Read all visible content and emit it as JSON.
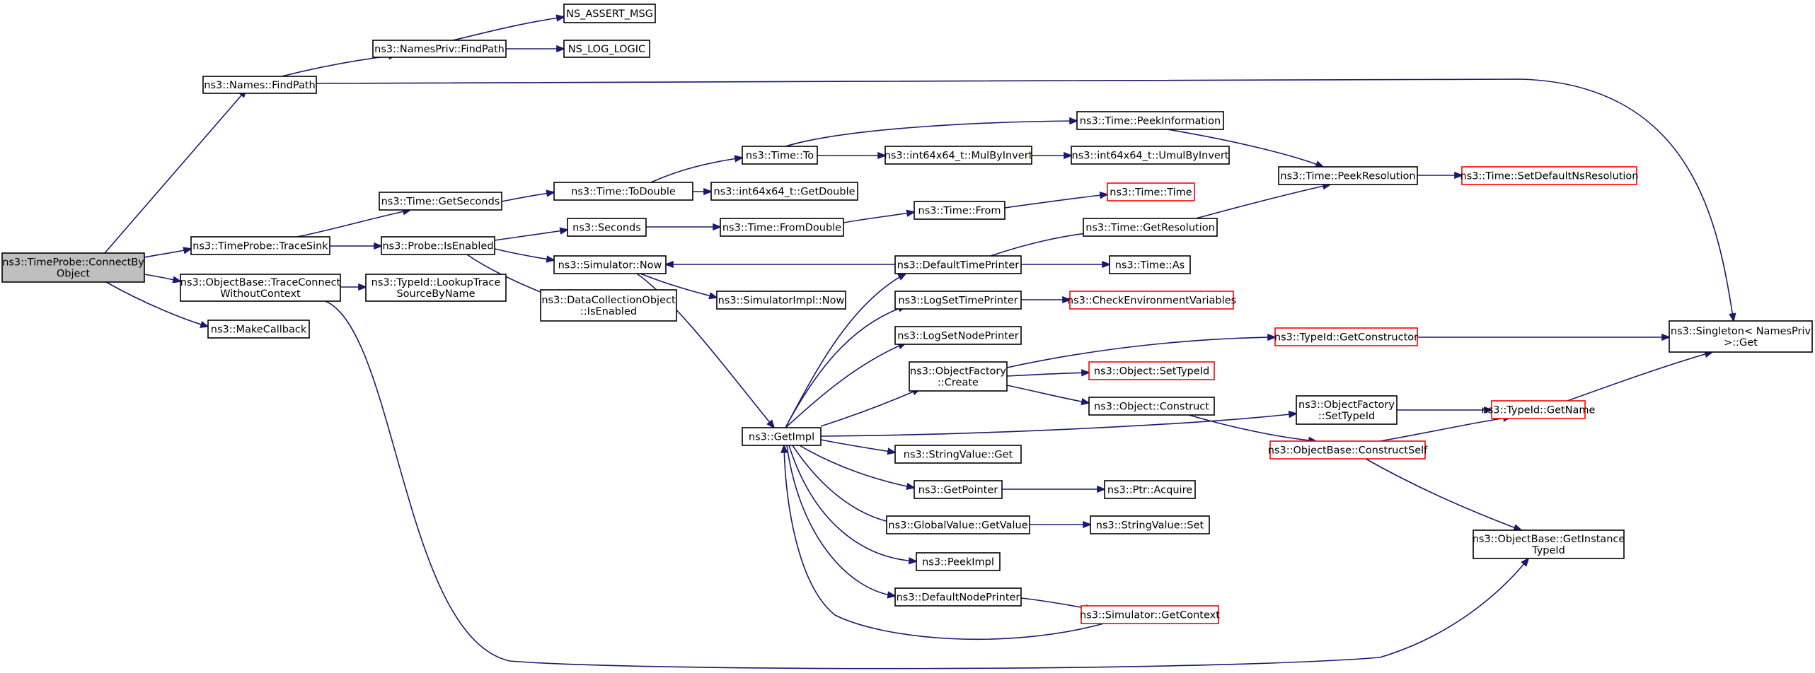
{
  "graph": {
    "colors": {
      "edge": "#191970",
      "node_border": "#000000",
      "truncated_border": "#ff0000",
      "root_fill": "#bfbfbf",
      "node_fill": "#ffffff"
    },
    "nodes": [
      {
        "id": "root",
        "lines": [
          "ns3::TimeProbe::ConnectBy",
          "Object"
        ],
        "root": true
      },
      {
        "id": "names_findpath",
        "lines": [
          "ns3::Names::FindPath"
        ]
      },
      {
        "id": "namespriv_findpath",
        "lines": [
          "ns3::NamesPriv::FindPath"
        ]
      },
      {
        "id": "ns_assert_msg",
        "lines": [
          "NS_ASSERT_MSG"
        ]
      },
      {
        "id": "ns_log_logic",
        "lines": [
          "NS_LOG_LOGIC"
        ]
      },
      {
        "id": "tp_tracesink",
        "lines": [
          "ns3::TimeProbe::TraceSink"
        ]
      },
      {
        "id": "time_getseconds",
        "lines": [
          "ns3::Time::GetSeconds"
        ]
      },
      {
        "id": "time_todouble",
        "lines": [
          "ns3::Time::ToDouble"
        ]
      },
      {
        "id": "time_to",
        "lines": [
          "ns3::Time::To"
        ]
      },
      {
        "id": "time_peekinformation",
        "lines": [
          "ns3::Time::PeekInformation"
        ]
      },
      {
        "id": "int64_mulbyinvert",
        "lines": [
          "ns3::int64x64_t::MulByInvert"
        ]
      },
      {
        "id": "int64_umulbyinvert",
        "lines": [
          "ns3::int64x64_t::UmulByInvert"
        ]
      },
      {
        "id": "int64_getdouble",
        "lines": [
          "ns3::int64x64_t::GetDouble"
        ]
      },
      {
        "id": "time_peekresolution",
        "lines": [
          "ns3::Time::PeekResolution"
        ]
      },
      {
        "id": "time_setdefaultnsres",
        "lines": [
          "ns3::Time::SetDefaultNsResolution"
        ],
        "truncated": true
      },
      {
        "id": "probe_isenabled",
        "lines": [
          "ns3::Probe::IsEnabled"
        ]
      },
      {
        "id": "seconds",
        "lines": [
          "ns3::Seconds"
        ]
      },
      {
        "id": "time_fromdouble",
        "lines": [
          "ns3::Time::FromDouble"
        ]
      },
      {
        "id": "time_from",
        "lines": [
          "ns3::Time::From"
        ]
      },
      {
        "id": "time_time",
        "lines": [
          "ns3::Time::Time"
        ],
        "truncated": true
      },
      {
        "id": "time_getresolution",
        "lines": [
          "ns3::Time::GetResolution"
        ]
      },
      {
        "id": "simulator_now",
        "lines": [
          "ns3::Simulator::Now"
        ]
      },
      {
        "id": "defaulttimeprinter",
        "lines": [
          "ns3::DefaultTimePrinter"
        ]
      },
      {
        "id": "time_as",
        "lines": [
          "ns3::Time::As"
        ]
      },
      {
        "id": "datacollection_isenabled",
        "lines": [
          "ns3::DataCollectionObject",
          "::IsEnabled"
        ]
      },
      {
        "id": "simulatorimpl_now",
        "lines": [
          "ns3::SimulatorImpl::Now"
        ]
      },
      {
        "id": "objectbase_traceconnect",
        "lines": [
          "ns3::ObjectBase::TraceConnect",
          "WithoutContext"
        ]
      },
      {
        "id": "typeid_lookuptrace",
        "lines": [
          "ns3::TypeId::LookupTrace",
          "SourceByName"
        ]
      },
      {
        "id": "makecallback",
        "lines": [
          "ns3::MakeCallback"
        ]
      },
      {
        "id": "logsettimeprinter",
        "lines": [
          "ns3::LogSetTimePrinter"
        ]
      },
      {
        "id": "checkenvvars",
        "lines": [
          "ns3::CheckEnvironmentVariables"
        ],
        "truncated": true
      },
      {
        "id": "logsetnodeprinter",
        "lines": [
          "ns3::LogSetNodePrinter"
        ]
      },
      {
        "id": "typeid_getconstructor",
        "lines": [
          "ns3::TypeId::GetConstructor"
        ],
        "truncated": true
      },
      {
        "id": "singleton_get",
        "lines": [
          "ns3::Singleton< NamesPriv",
          ">::Get"
        ]
      },
      {
        "id": "objectfactory_create",
        "lines": [
          "ns3::ObjectFactory",
          "::Create"
        ]
      },
      {
        "id": "object_settypeid",
        "lines": [
          "ns3::Object::SetTypeId"
        ],
        "truncated": true
      },
      {
        "id": "object_construct",
        "lines": [
          "ns3::Object::Construct"
        ]
      },
      {
        "id": "getimpl",
        "lines": [
          "ns3::GetImpl"
        ]
      },
      {
        "id": "objectfactory_settypeid",
        "lines": [
          "ns3::ObjectFactory",
          "::SetTypeId"
        ]
      },
      {
        "id": "typeid_getname",
        "lines": [
          "ns3::TypeId::GetName"
        ],
        "truncated": true
      },
      {
        "id": "objectbase_constructself",
        "lines": [
          "ns3::ObjectBase::ConstructSelf"
        ],
        "truncated": true
      },
      {
        "id": "stringvalue_get",
        "lines": [
          "ns3::StringValue::Get"
        ]
      },
      {
        "id": "getpointer",
        "lines": [
          "ns3::GetPointer"
        ]
      },
      {
        "id": "ptr_acquire",
        "lines": [
          "ns3::Ptr::Acquire"
        ]
      },
      {
        "id": "globalvalue_getvalue",
        "lines": [
          "ns3::GlobalValue::GetValue"
        ]
      },
      {
        "id": "stringvalue_set",
        "lines": [
          "ns3::StringValue::Set"
        ]
      },
      {
        "id": "objectbase_getinstancetypeid",
        "lines": [
          "ns3::ObjectBase::GetInstance",
          "TypeId"
        ]
      },
      {
        "id": "peekimpl",
        "lines": [
          "ns3::PeekImpl"
        ]
      },
      {
        "id": "defaultnodeprinter",
        "lines": [
          "ns3::DefaultNodePrinter"
        ]
      },
      {
        "id": "simulator_getcontext",
        "lines": [
          "ns3::Simulator::GetContext"
        ],
        "truncated": true
      }
    ],
    "edges": [
      [
        "root",
        "names_findpath"
      ],
      [
        "root",
        "tp_tracesink"
      ],
      [
        "root",
        "objectbase_traceconnect"
      ],
      [
        "root",
        "makecallback"
      ],
      [
        "names_findpath",
        "namespriv_findpath"
      ],
      [
        "names_findpath",
        "singleton_get"
      ],
      [
        "namespriv_findpath",
        "ns_assert_msg"
      ],
      [
        "namespriv_findpath",
        "ns_log_logic"
      ],
      [
        "tp_tracesink",
        "time_getseconds"
      ],
      [
        "tp_tracesink",
        "probe_isenabled"
      ],
      [
        "time_getseconds",
        "time_todouble"
      ],
      [
        "time_todouble",
        "time_to"
      ],
      [
        "time_todouble",
        "int64_getdouble"
      ],
      [
        "time_to",
        "time_peekinformation"
      ],
      [
        "time_to",
        "int64_mulbyinvert"
      ],
      [
        "int64_mulbyinvert",
        "int64_umulbyinvert"
      ],
      [
        "time_peekinformation",
        "time_peekresolution"
      ],
      [
        "time_peekresolution",
        "time_setdefaultnsres"
      ],
      [
        "probe_isenabled",
        "seconds"
      ],
      [
        "probe_isenabled",
        "simulator_now"
      ],
      [
        "probe_isenabled",
        "datacollection_isenabled"
      ],
      [
        "seconds",
        "time_fromdouble"
      ],
      [
        "time_fromdouble",
        "time_from"
      ],
      [
        "time_from",
        "time_time"
      ],
      [
        "simulator_now",
        "simulatorimpl_now"
      ],
      [
        "simulator_now",
        "getimpl"
      ],
      [
        "defaulttimeprinter",
        "simulator_now"
      ],
      [
        "defaulttimeprinter",
        "time_getresolution"
      ],
      [
        "defaulttimeprinter",
        "time_as"
      ],
      [
        "time_getresolution",
        "time_peekresolution"
      ],
      [
        "objectbase_traceconnect",
        "typeid_lookuptrace"
      ],
      [
        "objectbase_traceconnect",
        "objectbase_getinstancetypeid"
      ],
      [
        "getimpl",
        "defaulttimeprinter"
      ],
      [
        "getimpl",
        "logsettimeprinter"
      ],
      [
        "getimpl",
        "logsetnodeprinter"
      ],
      [
        "getimpl",
        "objectfactory_create"
      ],
      [
        "getimpl",
        "objectfactory_settypeid"
      ],
      [
        "getimpl",
        "stringvalue_get"
      ],
      [
        "getimpl",
        "getpointer"
      ],
      [
        "getimpl",
        "globalvalue_getvalue"
      ],
      [
        "getimpl",
        "peekimpl"
      ],
      [
        "getimpl",
        "defaultnodeprinter"
      ],
      [
        "logsettimeprinter",
        "checkenvvars"
      ],
      [
        "objectfactory_create",
        "typeid_getconstructor"
      ],
      [
        "objectfactory_create",
        "object_settypeid"
      ],
      [
        "objectfactory_create",
        "object_construct"
      ],
      [
        "typeid_getconstructor",
        "singleton_get"
      ],
      [
        "object_construct",
        "objectbase_constructself"
      ],
      [
        "objectfactory_settypeid",
        "typeid_getname"
      ],
      [
        "objectbase_constructself",
        "typeid_getname"
      ],
      [
        "objectbase_constructself",
        "objectbase_getinstancetypeid"
      ],
      [
        "typeid_getname",
        "singleton_get"
      ],
      [
        "getpointer",
        "ptr_acquire"
      ],
      [
        "globalvalue_getvalue",
        "stringvalue_set"
      ],
      [
        "defaultnodeprinter",
        "simulator_getcontext"
      ],
      [
        "simulator_getcontext",
        "getimpl"
      ]
    ]
  }
}
